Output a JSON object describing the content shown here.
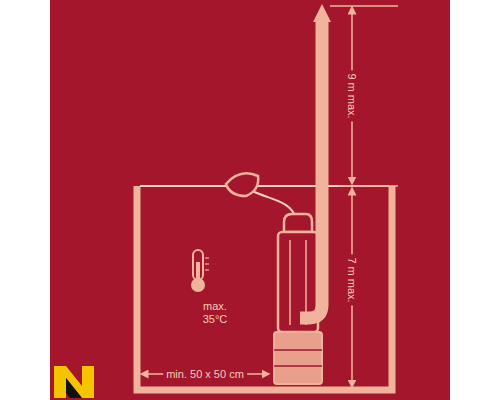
{
  "diagram": {
    "labels": [
      "9 m max.",
      "7 m max.",
      "max. 35°C",
      "min. 50 x 50 cm"
    ]
  }
}
